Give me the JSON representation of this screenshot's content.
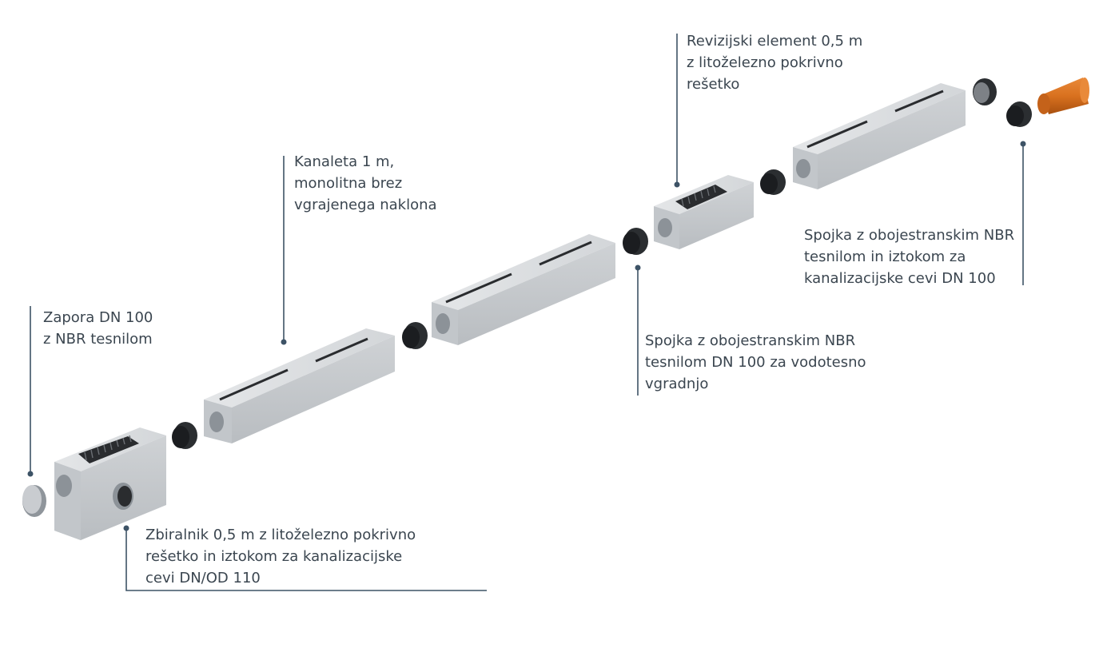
{
  "colors": {
    "concrete_light": "#d9dcdf",
    "concrete_mid": "#c4c8cc",
    "concrete_dark": "#aeb3b8",
    "rubber": "#1b1d20",
    "grate": "#2a2c2f",
    "pvc_orange": "#d9711f",
    "leader_line": "#3d5366"
  },
  "labels": {
    "zapora": {
      "lines": [
        "Zapora DN 100",
        "z NBR tesnilom"
      ]
    },
    "kanaleta": {
      "lines": [
        "Kanaleta 1 m,",
        "monolitna brez",
        "vgrajenega naklona"
      ]
    },
    "revizijski": {
      "lines": [
        "Revizijski element  0,5 m",
        "z litoželezno pokrivno",
        "rešetko"
      ]
    },
    "spojka_vodotesno": {
      "lines": [
        "Spojka z obojestranskim NBR",
        "tesnilom DN 100 za vodotesno",
        "vgradnjo"
      ]
    },
    "spojka_iztok": {
      "lines": [
        "Spojka z obojestranskim NBR",
        "tesnilom in iztokom za",
        "kanalizacijske cevi DN 100"
      ]
    },
    "zbiralnik": {
      "lines": [
        "Zbiralnik 0,5 m z litoželezno pokrivno",
        "rešetko in iztokom za kanalizacijske",
        "cevi DN/OD 110"
      ]
    }
  }
}
